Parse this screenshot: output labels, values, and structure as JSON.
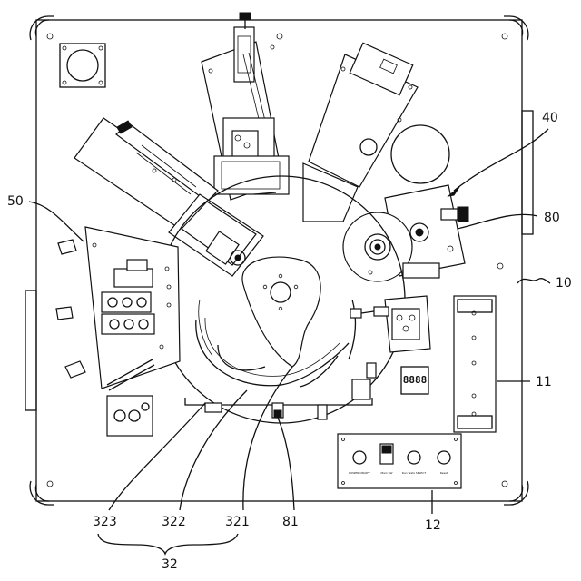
{
  "labels": {
    "ref_10": "10",
    "ref_11": "11",
    "ref_12": "12",
    "ref_32": "32",
    "ref_40": "40",
    "ref_50": "50",
    "ref_80": "80",
    "ref_81": "81",
    "ref_321": "321",
    "ref_322": "322",
    "ref_323": "323"
  },
  "display": {
    "readout": "8888"
  },
  "control_panel": {
    "buttons": [
      "POWER ON/OFF",
      "Main SW",
      "Run Tests SELECT",
      "Reset"
    ]
  }
}
